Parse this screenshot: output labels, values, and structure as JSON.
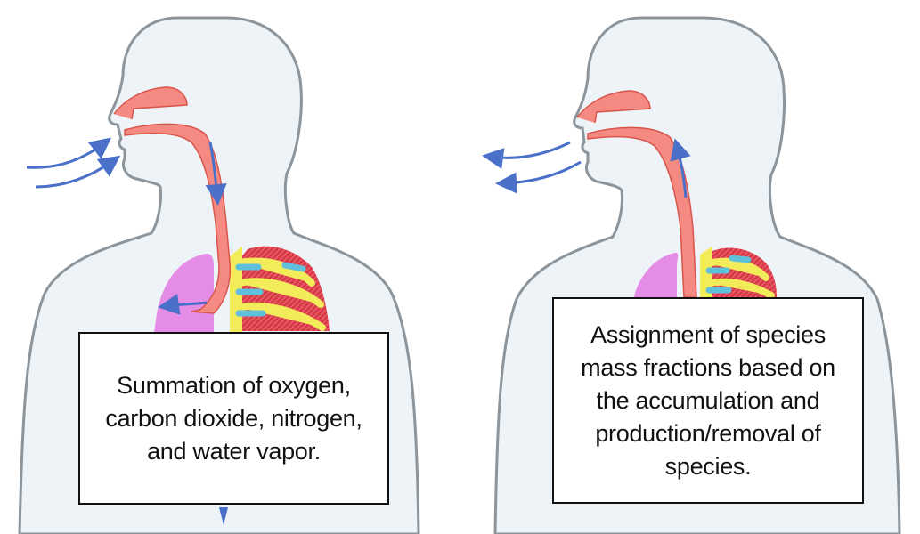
{
  "panels": [
    {
      "id": "inhalation",
      "caption": "Summation of oxygen, carbon dioxide, nitrogen, and water vapor."
    },
    {
      "id": "exhalation",
      "caption": "Assignment of species mass fractions based on the accumulation and production/removal of species."
    }
  ],
  "colors": {
    "body_fill": "#edf3f6",
    "body_outline": "#8c959b",
    "airway": "#f58a82",
    "airway_dark": "#d9554c",
    "lung": "#e58ce6",
    "lung_tissue": "#d83a48",
    "bronchi_yellow": "#f2ec5a",
    "bronchi_cyan": "#5fc0dc",
    "arrow": "#4a70c9"
  },
  "icons": [
    "inhale-arrows-icon",
    "exhale-arrows-icon",
    "airflow-down-arrow-icon",
    "airflow-up-arrow-icon"
  ]
}
